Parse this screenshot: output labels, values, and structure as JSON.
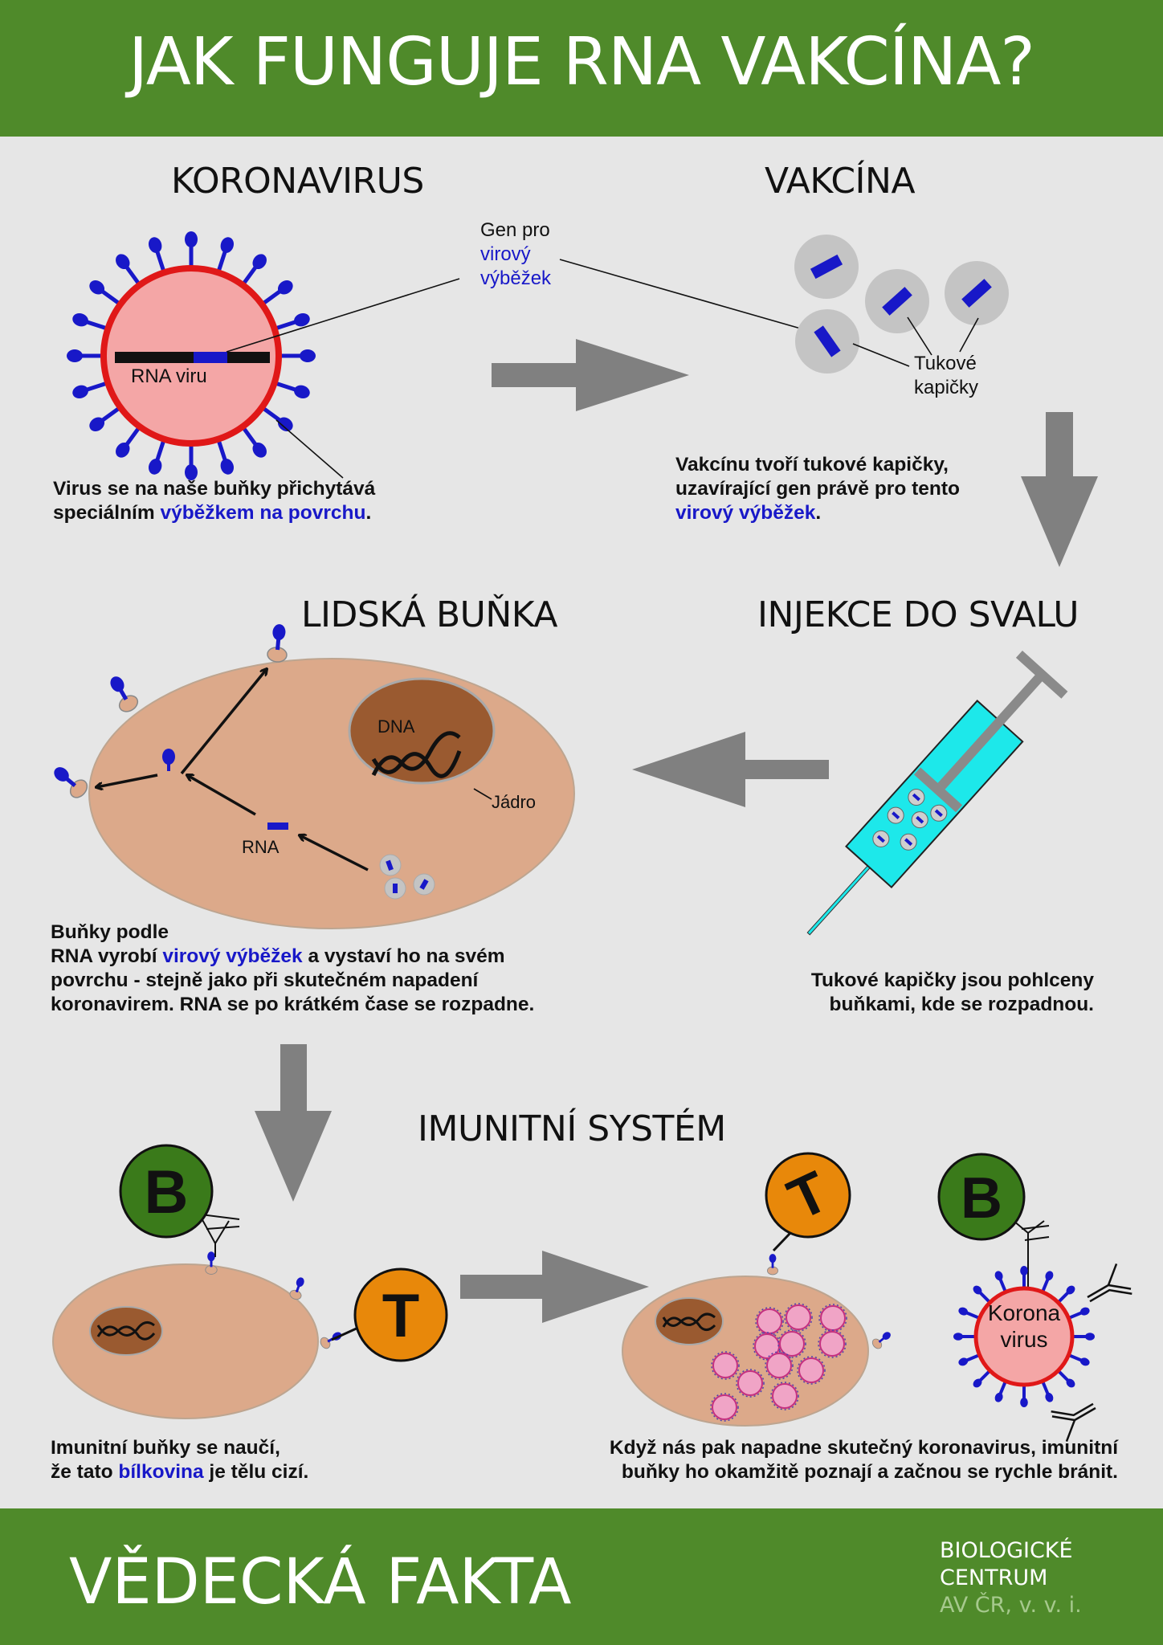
{
  "header": {
    "title": "JAK FUNGUJE RNA VAKCÍNA?"
  },
  "sections": {
    "koronavirus": "KORONAVIRUS",
    "vakcina": "VAKCÍNA",
    "lidska_bunka": "LIDSKÁ BUŇKA",
    "injekce": "INJEKCE DO SVALU",
    "imunitni": "IMUNITNÍ SYSTÉM"
  },
  "labels": {
    "gen_line1": "Gen pro",
    "gen_line2": "virový",
    "gen_line3": "výběžek",
    "rna_viru": "RNA viru",
    "tukove_line1": "Tukové",
    "tukove_line2": "kapičky",
    "dna": "DNA",
    "jadro": "Jádro",
    "rna": "RNA",
    "b_cell": "B",
    "t_cell": "T",
    "korona_line1": "Korona",
    "korona_line2": "virus"
  },
  "captions": {
    "virus": {
      "l1": "Virus se na naše buňky přichytává",
      "l2a": "speciálním ",
      "l2b": "výběžkem na povrchu",
      "l2c": "."
    },
    "vakcina": {
      "l1": "Vakcínu tvoří tukové kapičky,",
      "l2": "uzavírající gen právě pro tento",
      "l3a": "virový výběžek",
      "l3b": "."
    },
    "bunka": {
      "l1": "Buňky podle",
      "l2a": "RNA vyrobí ",
      "l2b": "virový výběžek",
      "l2c": " a vystaví ho na svém",
      "l3": "povrchu - stejně jako při skutečném napadení",
      "l4": "koronavirem. RNA se po krátkém čase se rozpadne."
    },
    "injekce": {
      "l1": "Tukové kapičky jsou pohlceny",
      "l2": "buňkami, kde se rozpadnou."
    },
    "imunita": {
      "l1": "Imunitní buňky se naučí,",
      "l2a": "že tato ",
      "l2b": "bílkovina",
      "l2c": " je tělu cizí."
    },
    "korona": {
      "l1": "Když nás pak napadne skutečný koronavirus, imunitní",
      "l2": "buňky ho okamžitě poznají a začnou se rychle bránit."
    }
  },
  "footer": {
    "title": "VĚDECKÁ FAKTA",
    "logo_line1": "BIOLOGICKÉ",
    "logo_line2": "CENTRUM",
    "logo_line3": "AV ČR, v. v. i."
  },
  "colors": {
    "green_band": "#4f8a2a",
    "background": "#e6e6e6",
    "blue_accent": "#1818c8",
    "arrow_gray": "#808080",
    "cell_tan": "#dca98a",
    "nucleus_brown": "#9a5a30",
    "b_cell_green": "#3a7a1a",
    "t_cell_orange": "#e8880a",
    "virus_pink": "#f4a6a6",
    "virus_red": "#e01818",
    "syringe_cyan": "#1de8ea"
  }
}
